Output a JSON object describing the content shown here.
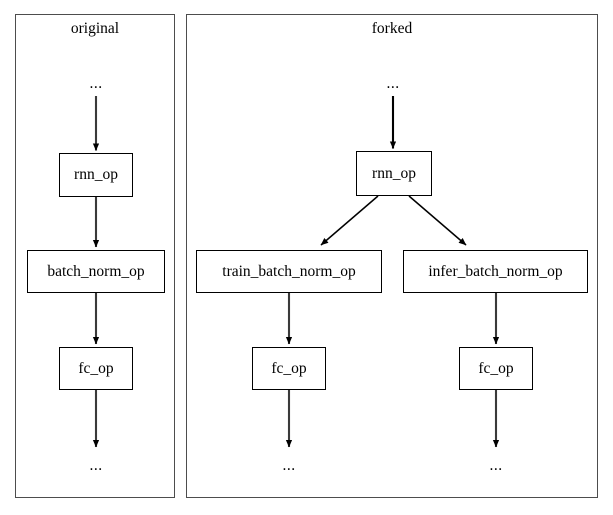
{
  "diagram": {
    "type": "flowchart",
    "description": "Graph rewrite diagram showing an original op chain and a forked variant",
    "background_color": "#ffffff",
    "node_border_color": "#000000",
    "cluster_border_color": "#4d4d4d",
    "edge_color": "#000000",
    "clusters": [
      {
        "id": "original",
        "label": "original",
        "nodes": [
          {
            "id": "orig-top-ellipsis",
            "label": "..."
          },
          {
            "id": "orig-rnn-op",
            "label": "rnn_op"
          },
          {
            "id": "orig-batch-norm-op",
            "label": "batch_norm_op"
          },
          {
            "id": "orig-fc-op",
            "label": "fc_op"
          },
          {
            "id": "orig-bottom-ellipsis",
            "label": "..."
          }
        ],
        "edges": [
          {
            "from": "orig-top-ellipsis",
            "to": "orig-rnn-op"
          },
          {
            "from": "orig-rnn-op",
            "to": "orig-batch-norm-op"
          },
          {
            "from": "orig-batch-norm-op",
            "to": "orig-fc-op"
          },
          {
            "from": "orig-fc-op",
            "to": "orig-bottom-ellipsis"
          }
        ]
      },
      {
        "id": "forked",
        "label": "forked",
        "nodes": [
          {
            "id": "fork-top-ellipsis",
            "label": "..."
          },
          {
            "id": "fork-rnn-op",
            "label": "rnn_op"
          },
          {
            "id": "fork-train-batch-norm-op",
            "label": "train_batch_norm_op"
          },
          {
            "id": "fork-infer-batch-norm-op",
            "label": "infer_batch_norm_op"
          },
          {
            "id": "fork-train-fc-op",
            "label": "fc_op"
          },
          {
            "id": "fork-infer-fc-op",
            "label": "fc_op"
          },
          {
            "id": "fork-train-bottom-ellipsis",
            "label": "..."
          },
          {
            "id": "fork-infer-bottom-ellipsis",
            "label": "..."
          }
        ],
        "edges": [
          {
            "from": "fork-top-ellipsis",
            "to": "fork-rnn-op"
          },
          {
            "from": "fork-rnn-op",
            "to": "fork-train-batch-norm-op"
          },
          {
            "from": "fork-rnn-op",
            "to": "fork-infer-batch-norm-op"
          },
          {
            "from": "fork-train-batch-norm-op",
            "to": "fork-train-fc-op"
          },
          {
            "from": "fork-infer-batch-norm-op",
            "to": "fork-infer-fc-op"
          },
          {
            "from": "fork-train-fc-op",
            "to": "fork-train-bottom-ellipsis"
          },
          {
            "from": "fork-infer-fc-op",
            "to": "fork-infer-bottom-ellipsis"
          }
        ]
      }
    ]
  }
}
